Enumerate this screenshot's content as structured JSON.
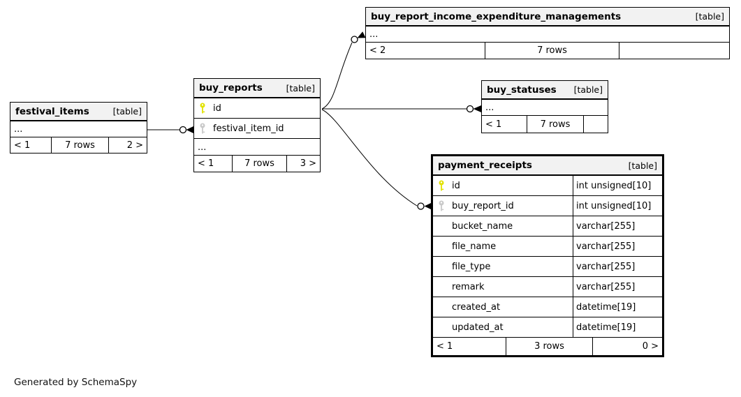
{
  "page": {
    "footer_note": "Generated by SchemaSpy"
  },
  "colors": {
    "primary_key": "#e2e200",
    "foreign_key": "#c9c9c9",
    "header_bg": "#f2f2f2",
    "border": "#000000",
    "background": "#ffffff"
  },
  "tables": [
    {
      "name": "festival_items",
      "tag": "[table]",
      "ellipsis": "...",
      "footer": {
        "left": "< 1",
        "center": "7 rows",
        "right": "2 >"
      }
    },
    {
      "name": "buy_reports",
      "tag": "[table]",
      "columns": [
        {
          "key": "primary",
          "label": "id"
        },
        {
          "key": "foreign",
          "label": "festival_item_id"
        }
      ],
      "ellipsis": "...",
      "footer": {
        "left": "< 1",
        "center": "7 rows",
        "right": "3 >"
      }
    },
    {
      "name": "buy_report_income_expenditure_managements",
      "tag": "[table]",
      "ellipsis": "...",
      "footer": {
        "left": "< 2",
        "center": "7 rows",
        "right": ""
      }
    },
    {
      "name": "buy_statuses",
      "tag": "[table]",
      "ellipsis": "...",
      "footer": {
        "left": "< 1",
        "center": "7 rows",
        "right": ""
      }
    },
    {
      "name": "payment_receipts",
      "tag": "[table]",
      "columns": [
        {
          "key": "primary",
          "label": "id",
          "type": "int unsigned[10]"
        },
        {
          "key": "foreign",
          "label": "buy_report_id",
          "type": "int unsigned[10]"
        },
        {
          "key": "",
          "label": "bucket_name",
          "type": "varchar[255]"
        },
        {
          "key": "",
          "label": "file_name",
          "type": "varchar[255]"
        },
        {
          "key": "",
          "label": "file_type",
          "type": "varchar[255]"
        },
        {
          "key": "",
          "label": "remark",
          "type": "varchar[255]"
        },
        {
          "key": "",
          "label": "created_at",
          "type": "datetime[19]"
        },
        {
          "key": "",
          "label": "updated_at",
          "type": "datetime[19]"
        }
      ],
      "footer": {
        "left": "< 1",
        "center": "3 rows",
        "right": "0 >"
      }
    }
  ],
  "relationships": [
    {
      "from": "festival_items",
      "to": "buy_reports.festival_item_id"
    },
    {
      "from": "buy_reports.id",
      "to": "buy_report_income_expenditure_managements"
    },
    {
      "from": "buy_reports.id",
      "to": "buy_statuses"
    },
    {
      "from": "buy_reports.id",
      "to": "payment_receipts.buy_report_id"
    }
  ]
}
